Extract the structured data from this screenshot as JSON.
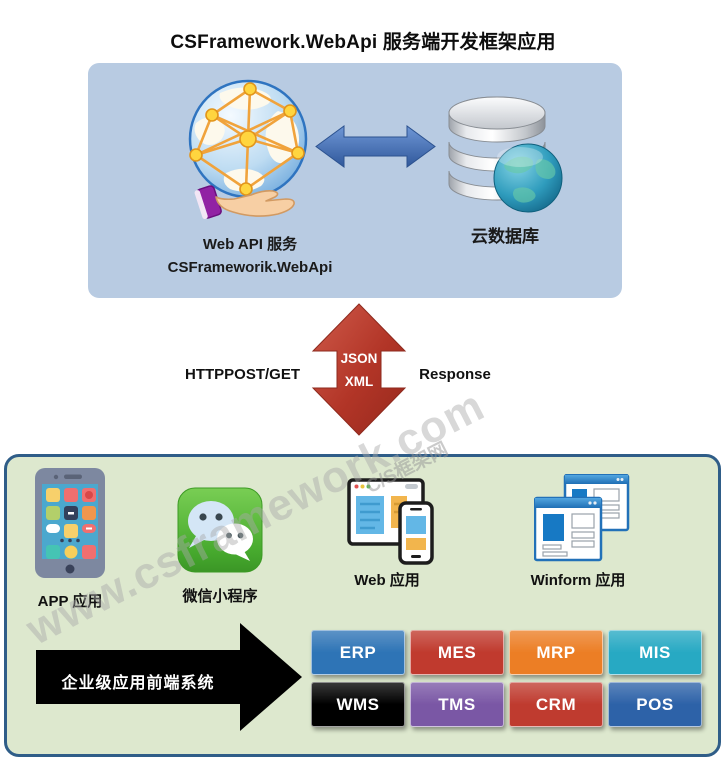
{
  "title": "CSFramework.WebApi 服务端开发框架应用",
  "server_panel": {
    "webapi_label_line1": "Web API  服务",
    "webapi_label_line2": "CSFrameworik.WebApi",
    "database_label": "云数据库"
  },
  "transport": {
    "left_label": "HTTPPOST/GET",
    "arrow_word_1": "JSON",
    "arrow_word_2": "XML",
    "right_label": "Response",
    "arrow_color": "#b23527"
  },
  "client_panel": {
    "clients": [
      {
        "icon": "smartphone-icon",
        "label": "APP 应用"
      },
      {
        "icon": "wechat-icon",
        "label": "微信小程序"
      },
      {
        "icon": "web-app-icon",
        "label": "Web 应用"
      },
      {
        "icon": "winform-icon",
        "label": "Winform 应用"
      }
    ],
    "arrow_label": "企业级应用前端系统",
    "systems": [
      {
        "label": "ERP",
        "color": "#2e74b6"
      },
      {
        "label": "MES",
        "color": "#c03a2e"
      },
      {
        "label": "MRP",
        "color": "#ec7e25"
      },
      {
        "label": "MIS",
        "color": "#27a9c3"
      },
      {
        "label": "WMS",
        "color": "#000000"
      },
      {
        "label": "TMS",
        "color": "#7a57a5"
      },
      {
        "label": "CRM",
        "color": "#bf3b2f"
      },
      {
        "label": "POS",
        "color": "#2d62a8"
      }
    ]
  },
  "watermark": {
    "main": "www.csframework.com",
    "small": "C/S框架网"
  },
  "colors": {
    "server_panel_bg": "#b8cbe2",
    "client_panel_bg": "#dde8ce",
    "client_panel_border": "#2f5d88",
    "horizontal_arrow": "#3b6cb4"
  }
}
